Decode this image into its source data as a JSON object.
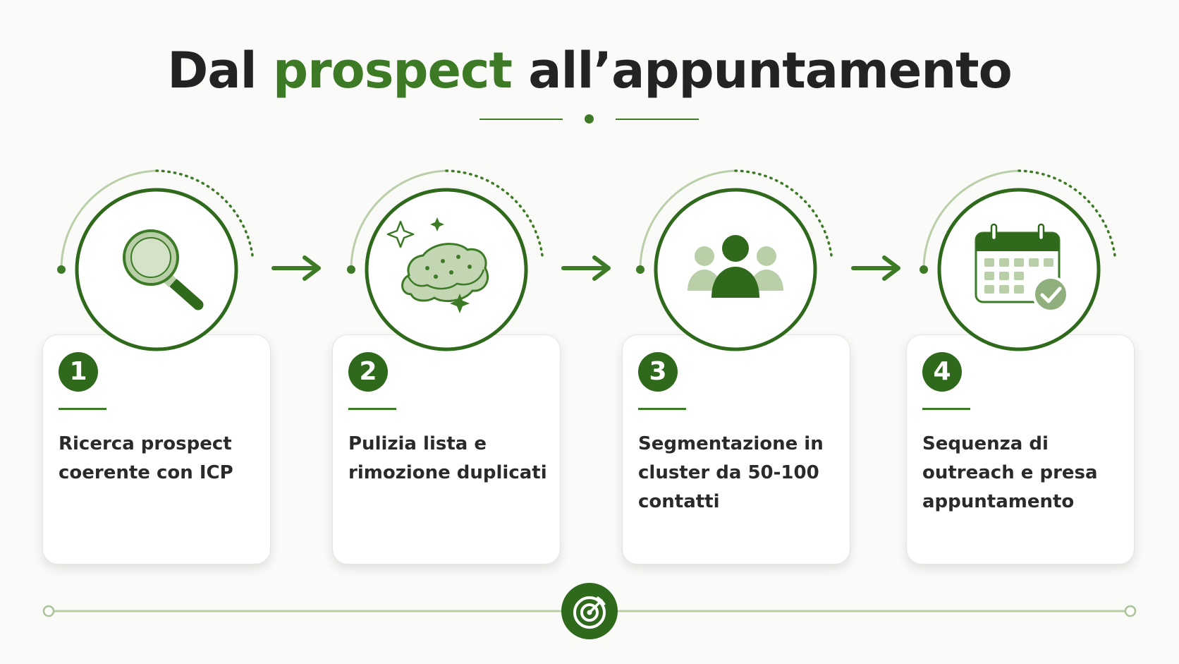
{
  "title": {
    "part1": "Dal ",
    "accent": "prospect",
    "part2": " all’appuntamento"
  },
  "colors": {
    "accent": "#3d7a25",
    "accent_dark": "#2f6a1c",
    "accent_light": "#b8cfa8",
    "background": "#fafaf9"
  },
  "steps": [
    {
      "number": "1",
      "text": "Ricerca prospect coerente con ICP",
      "icon": "magnifying-glass-icon"
    },
    {
      "number": "2",
      "text": "Pulizia lista e rimozione duplicati",
      "icon": "sponge-sparkle-icon"
    },
    {
      "number": "3",
      "text": "Segmentazione in cluster da 50-100 contatti",
      "icon": "people-group-icon"
    },
    {
      "number": "4",
      "text": "Sequenza di outreach e presa appuntamento",
      "icon": "calendar-check-icon"
    }
  ],
  "footer": {
    "icon": "target-icon"
  }
}
